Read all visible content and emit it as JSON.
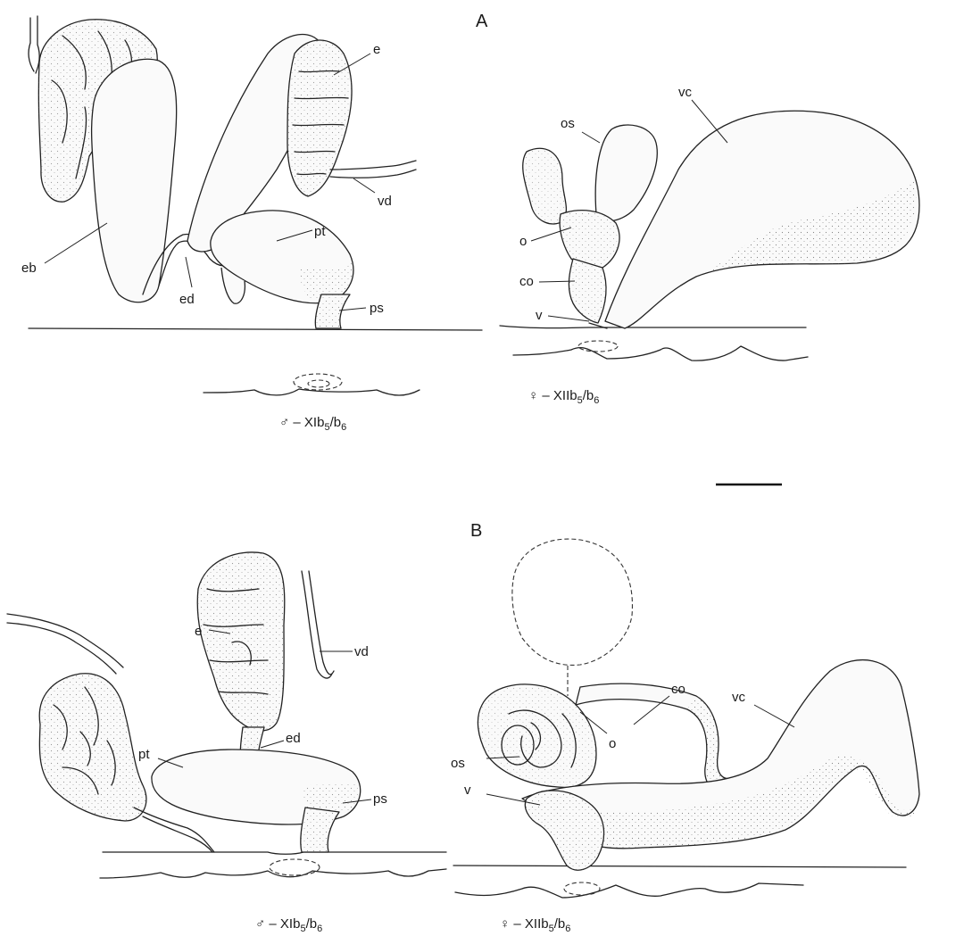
{
  "panels": {
    "A": {
      "label": "A",
      "male": {
        "caption_prefix": "♂ – XIb",
        "caption_s1": "5",
        "caption_mid": "/b",
        "caption_s2": "6",
        "labels": {
          "e": "e",
          "vd": "vd",
          "pt": "pt",
          "eb": "eb",
          "ed": "ed",
          "ps": "ps"
        }
      },
      "female": {
        "caption_prefix": "♀ – XIIb",
        "caption_s1": "5",
        "caption_mid": "/b",
        "caption_s2": "6",
        "labels": {
          "os": "os",
          "vc": "vc",
          "o": "o",
          "co": "co",
          "v": "v"
        }
      }
    },
    "B": {
      "label": "B",
      "male": {
        "caption_prefix": "♂ – XIb",
        "caption_s1": "5",
        "caption_mid": "/b",
        "caption_s2": "6",
        "labels": {
          "e": "e",
          "vd": "vd",
          "pt": "pt",
          "ed": "ed",
          "ps": "ps"
        }
      },
      "female": {
        "caption_prefix": "♀ – XIIb",
        "caption_s1": "5",
        "caption_mid": "/b",
        "caption_s2": "6",
        "labels": {
          "co": "co",
          "vc": "vc",
          "o": "o",
          "os": "os",
          "v": "v"
        }
      }
    }
  }
}
